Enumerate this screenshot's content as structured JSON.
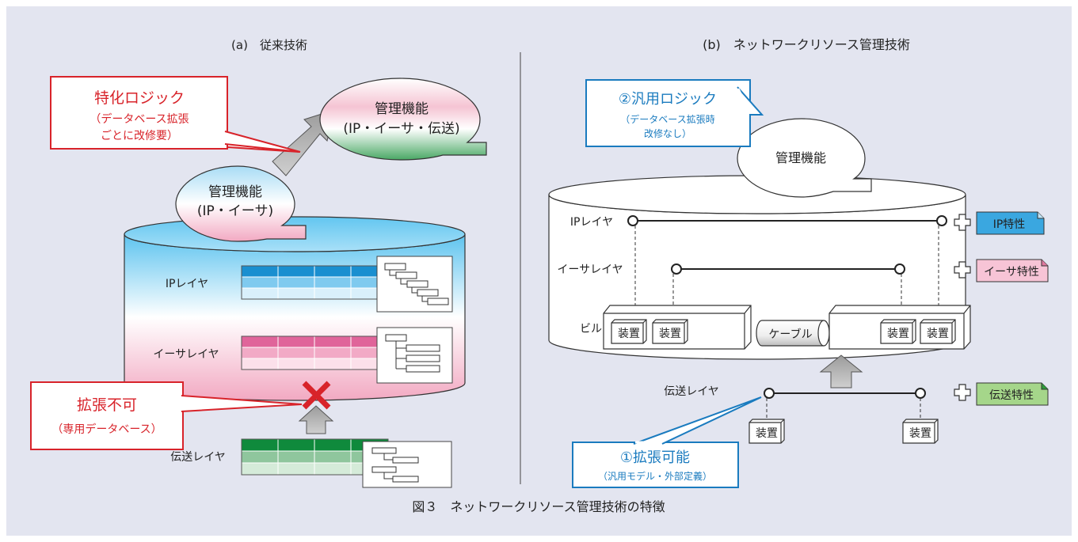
{
  "figure": {
    "caption": "図３　ネットワークリソース管理技術の特徴",
    "panel_a_title": "(a)　従来技術",
    "panel_b_title": "(b)　ネットワークリソース管理技術"
  },
  "panel_a": {
    "callout_specialized": {
      "title": "特化ロジック",
      "line1": "（データベース拡張",
      "line2": "ごとに改修要）"
    },
    "bubble_top": {
      "line1": "管理機能",
      "line2": "(IP・イーサ・伝送)"
    },
    "bubble_lower": {
      "line1": "管理機能",
      "line2": "(IP・イーサ)"
    },
    "layers": {
      "ip": "IPレイヤ",
      "ether": "イーサレイヤ",
      "transport": "伝送レイヤ"
    },
    "callout_not_extendable": {
      "title": "拡張不可",
      "line1": "（専用データベース）"
    }
  },
  "panel_b": {
    "callout_generic": {
      "title": "②汎用ロジック",
      "line1": "（データベース拡張時",
      "line2": "改修なし）"
    },
    "bubble": {
      "label": "管理機能"
    },
    "layers": {
      "ip": "IPレイヤ",
      "ether": "イーサレイヤ",
      "building": "ビル",
      "transport": "伝送レイヤ"
    },
    "device_label": "装置",
    "cable_label": "ケーブル",
    "tags": {
      "ip": "IP特性",
      "ether": "イーサ特性",
      "transport": "伝送特性"
    },
    "callout_extendable": {
      "title": "①拡張可能",
      "line1": "（汎用モデル・外部定義）"
    }
  },
  "colors": {
    "background": "#e3e5f0",
    "red_accent": "#d8232a",
    "blue_accent": "#1a7bbf",
    "ip_blue": "#3aa7e0",
    "ether_pink": "#e07a9f",
    "transport_green": "#1a8a3a"
  }
}
